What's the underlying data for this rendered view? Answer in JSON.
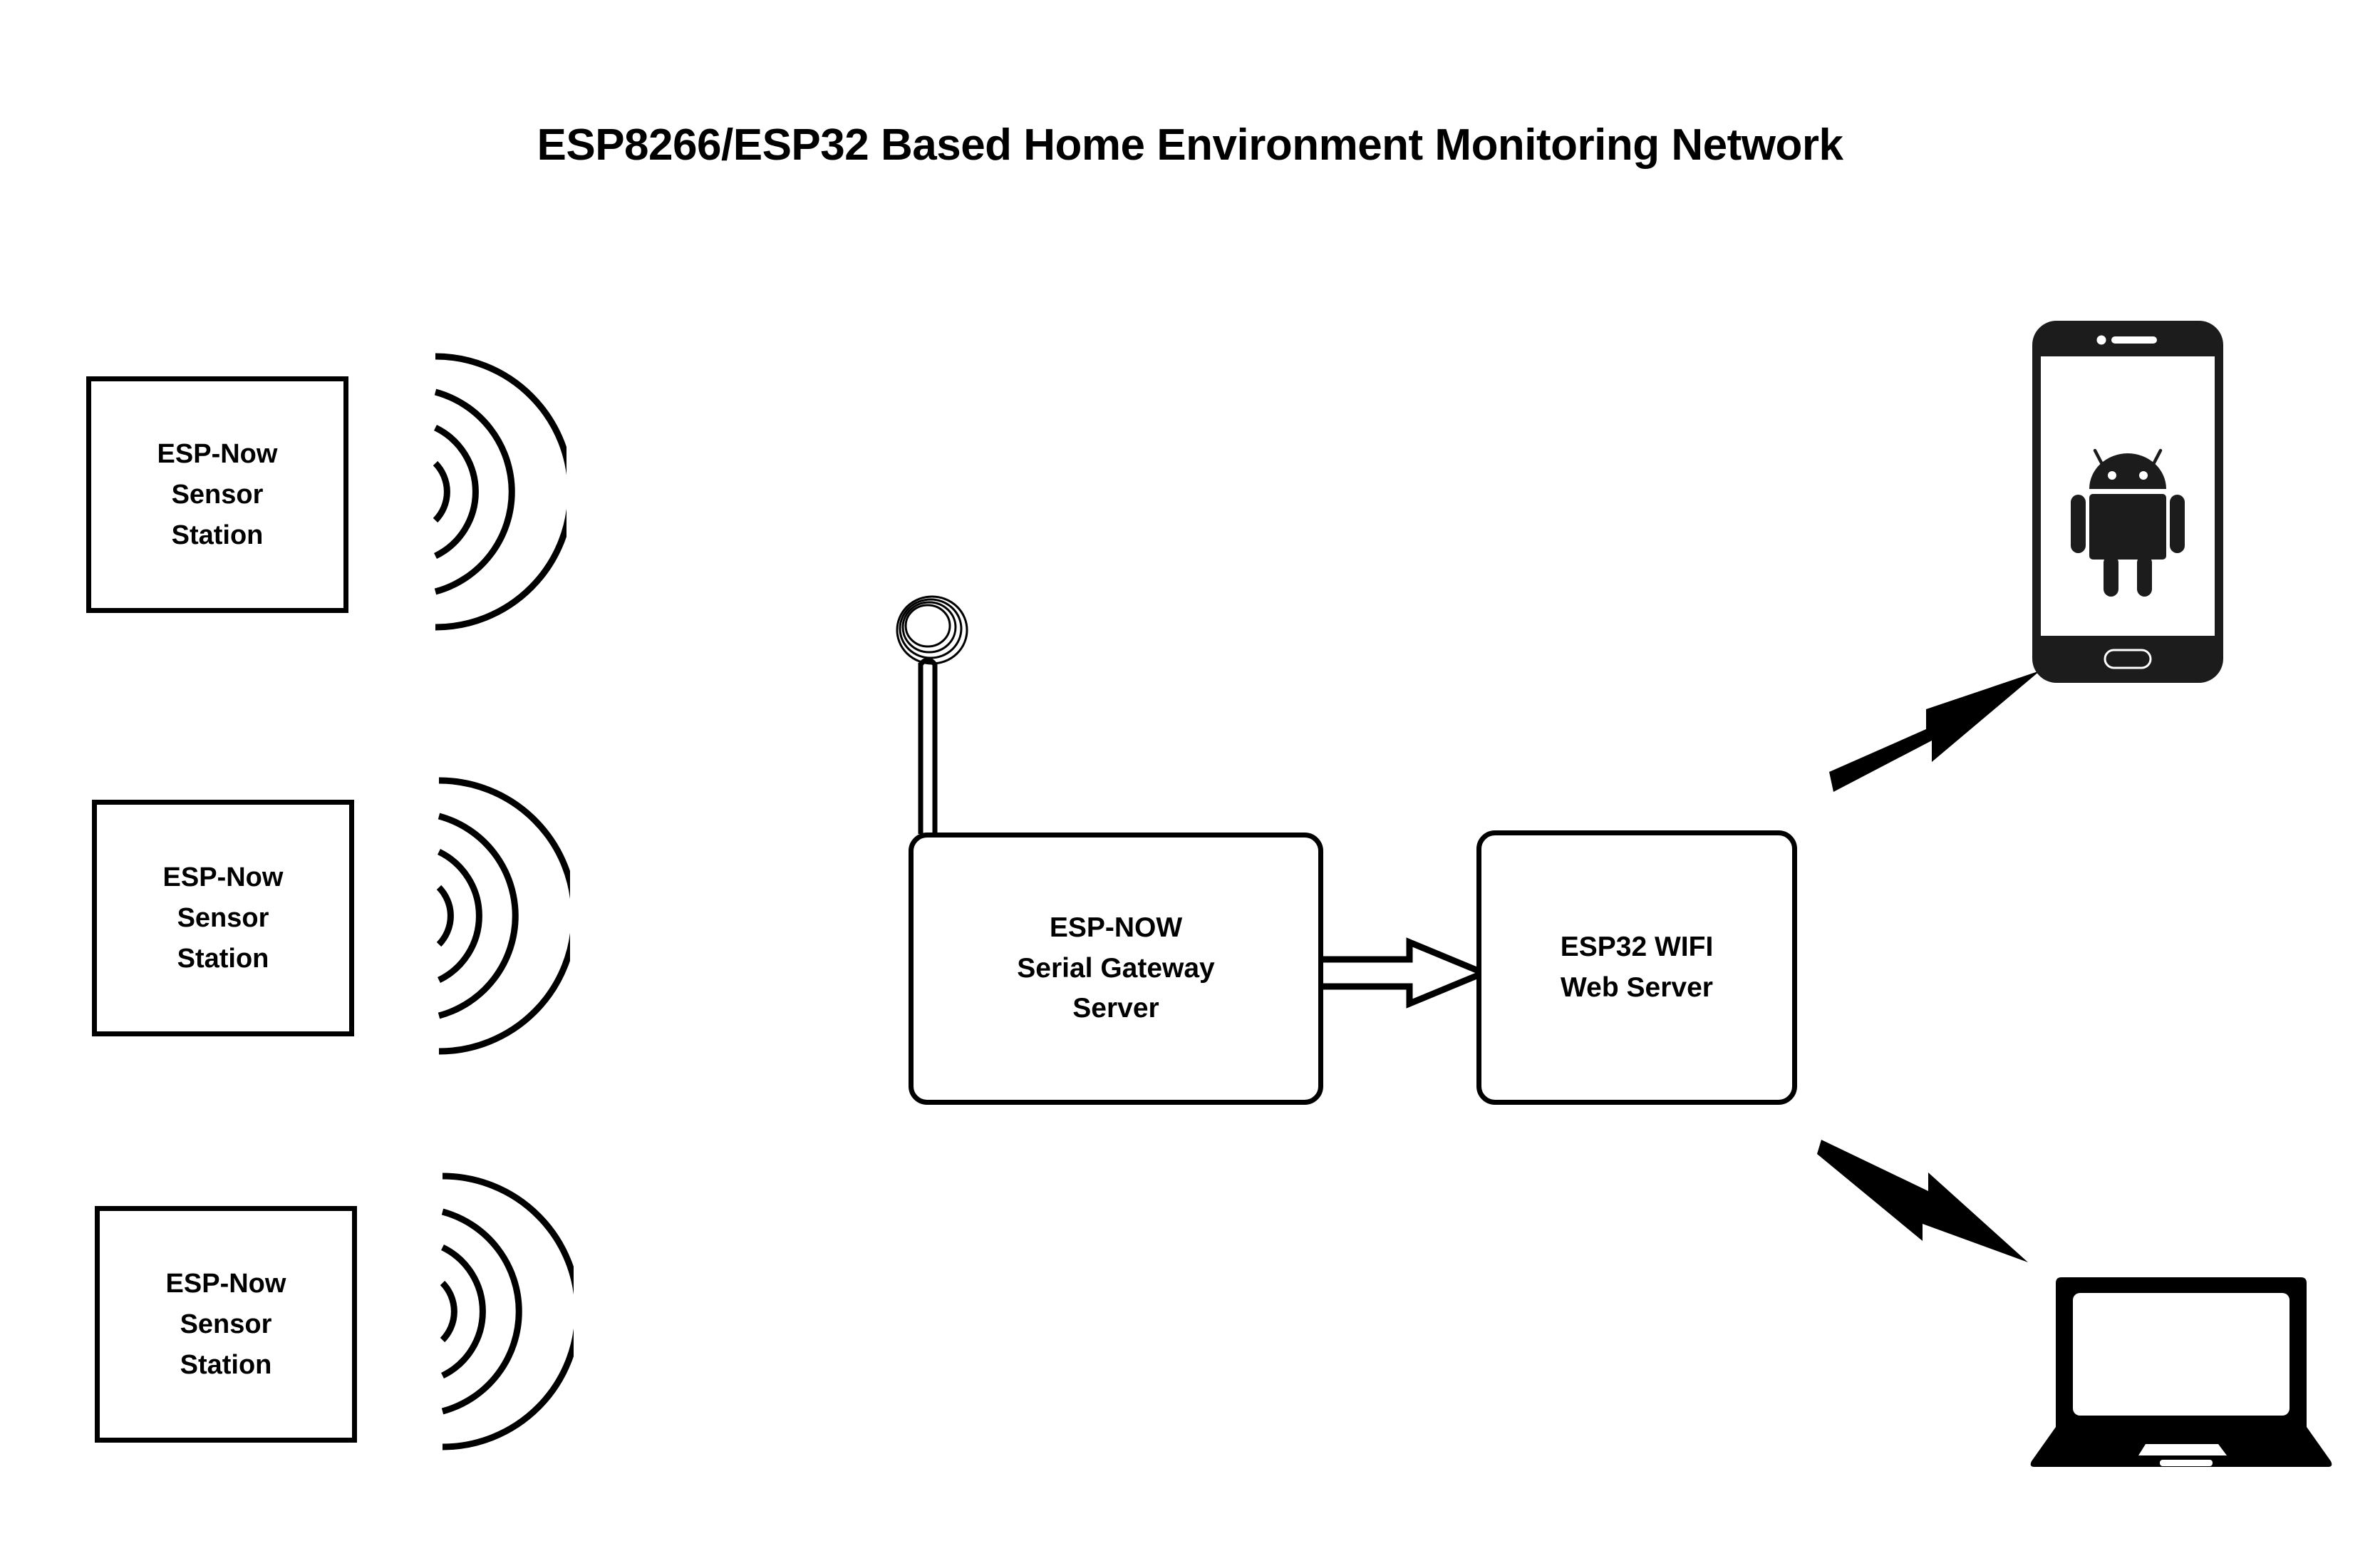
{
  "diagram": {
    "title": "ESP8266/ESP32 Based Home Environment Monitoring Network",
    "background_color": "#ffffff",
    "stroke_color": "#000000"
  },
  "sensor_stations": [
    {
      "line1": "ESP-Now",
      "line2": "Sensor",
      "line3": "Station"
    },
    {
      "line1": "ESP-Now",
      "line2": "Sensor",
      "line3": "Station"
    },
    {
      "line1": "ESP-Now",
      "line2": "Sensor",
      "line3": "Station"
    }
  ],
  "gateway": {
    "line1": "ESP-NOW",
    "line2": "Serial Gateway",
    "line3": "Server"
  },
  "web_server": {
    "line1": "ESP32 WIFI",
    "line2": "Web Server"
  },
  "icons": {
    "wireless_waves": "wireless-waves-icon",
    "antenna": "loop-antenna-icon",
    "connector": "block-arrow-right-icon",
    "arrow_to_phone": "arrow-up-right-icon",
    "arrow_to_laptop": "arrow-down-right-icon",
    "phone": "android-phone-icon",
    "android_robot": "android-robot-icon",
    "laptop": "laptop-icon"
  }
}
